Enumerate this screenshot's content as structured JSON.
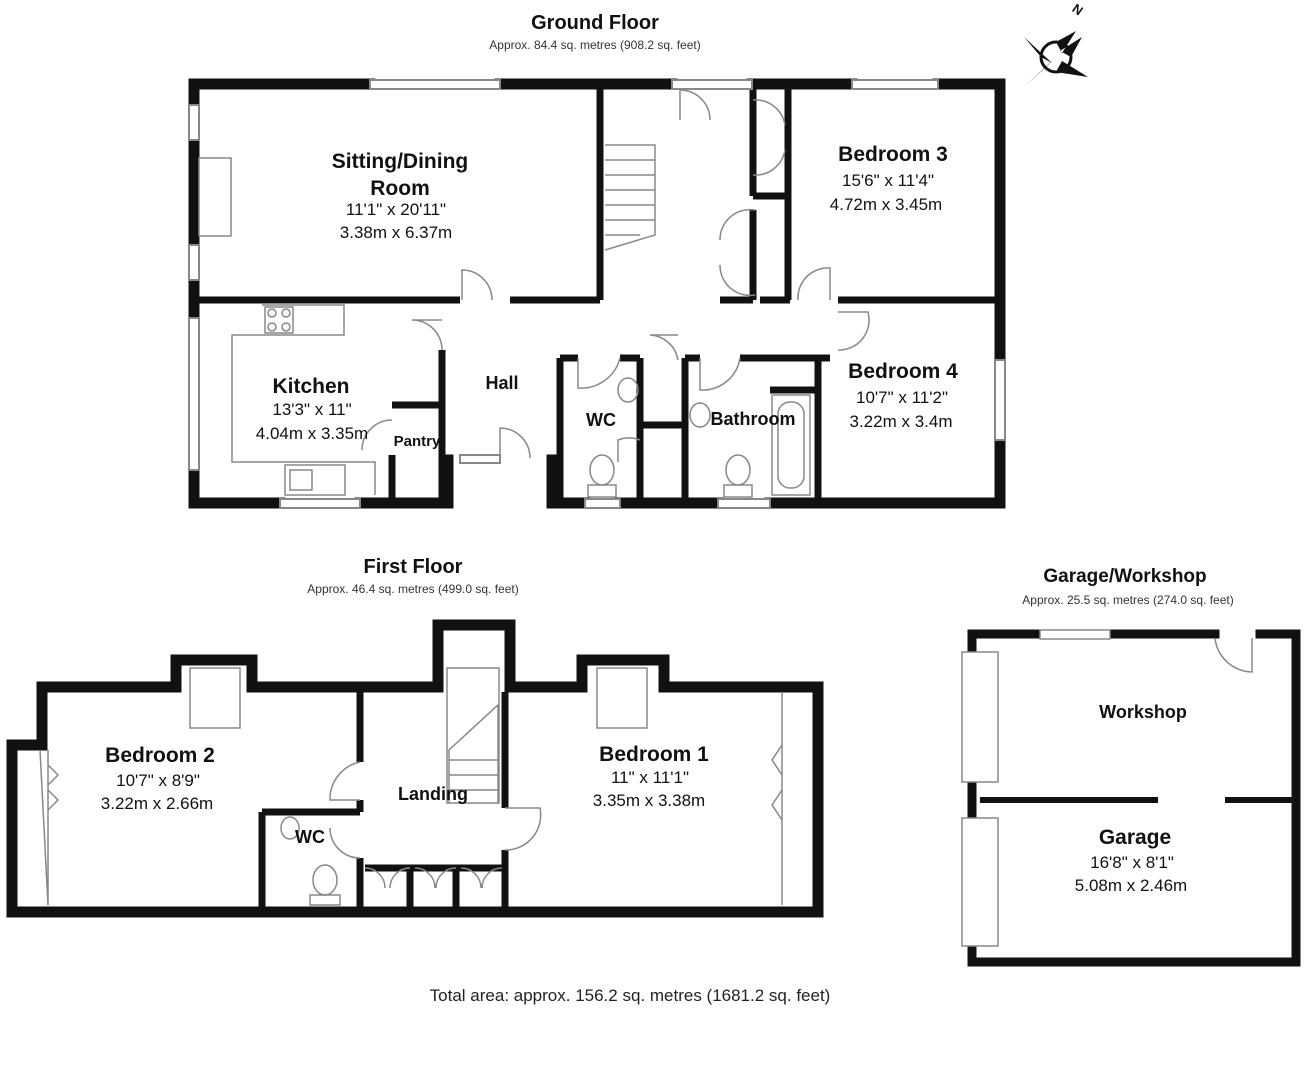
{
  "ground_floor": {
    "title": "Ground Floor",
    "area": "Approx. 84.4 sq. metres (908.2 sq. feet)",
    "rooms": {
      "sitting": {
        "name_1": "Sitting/Dining",
        "name_2": "Room",
        "imperial": "11'1\" x 20'11\"",
        "metric": "3.38m x 6.37m"
      },
      "bedroom3": {
        "name": "Bedroom 3",
        "imperial": "15'6\" x 11'4\"",
        "metric": "4.72m x 3.45m"
      },
      "kitchen": {
        "name": "Kitchen",
        "imperial": "13'3\" x 11\"",
        "metric": "4.04m x 3.35m"
      },
      "hall": {
        "name": "Hall"
      },
      "pantry": {
        "name": "Pantry"
      },
      "wc": {
        "name": "WC"
      },
      "bathroom": {
        "name": "Bathroom"
      },
      "bedroom4": {
        "name": "Bedroom 4",
        "imperial": "10'7\" x 11'2\"",
        "metric": "3.22m x 3.4m"
      }
    }
  },
  "first_floor": {
    "title": "First Floor",
    "area": "Approx. 46.4 sq. metres (499.0 sq. feet)",
    "rooms": {
      "bedroom2": {
        "name": "Bedroom 2",
        "imperial": "10'7\" x 8'9\"",
        "metric": "3.22m x 2.66m"
      },
      "landing": {
        "name": "Landing"
      },
      "wc": {
        "name": "WC"
      },
      "bedroom1": {
        "name": "Bedroom 1",
        "imperial": "11\" x 11'1\"",
        "metric": "3.35m x 3.38m"
      }
    }
  },
  "garage_workshop": {
    "title": "Garage/Workshop",
    "area": "Approx. 25.5 sq. metres (274.0 sq. feet)",
    "rooms": {
      "workshop": {
        "name": "Workshop"
      },
      "garage": {
        "name": "Garage",
        "imperial": "16'8\" x 8'1\"",
        "metric": "5.08m x 2.46m"
      }
    }
  },
  "total_area": "Total area: approx. 156.2 sq. metres (1681.2 sq. feet)",
  "compass": {
    "label": "N",
    "icon": "compass-icon"
  },
  "colors": {
    "wall": "#111111",
    "fixture": "#888888",
    "background": "#ffffff"
  }
}
